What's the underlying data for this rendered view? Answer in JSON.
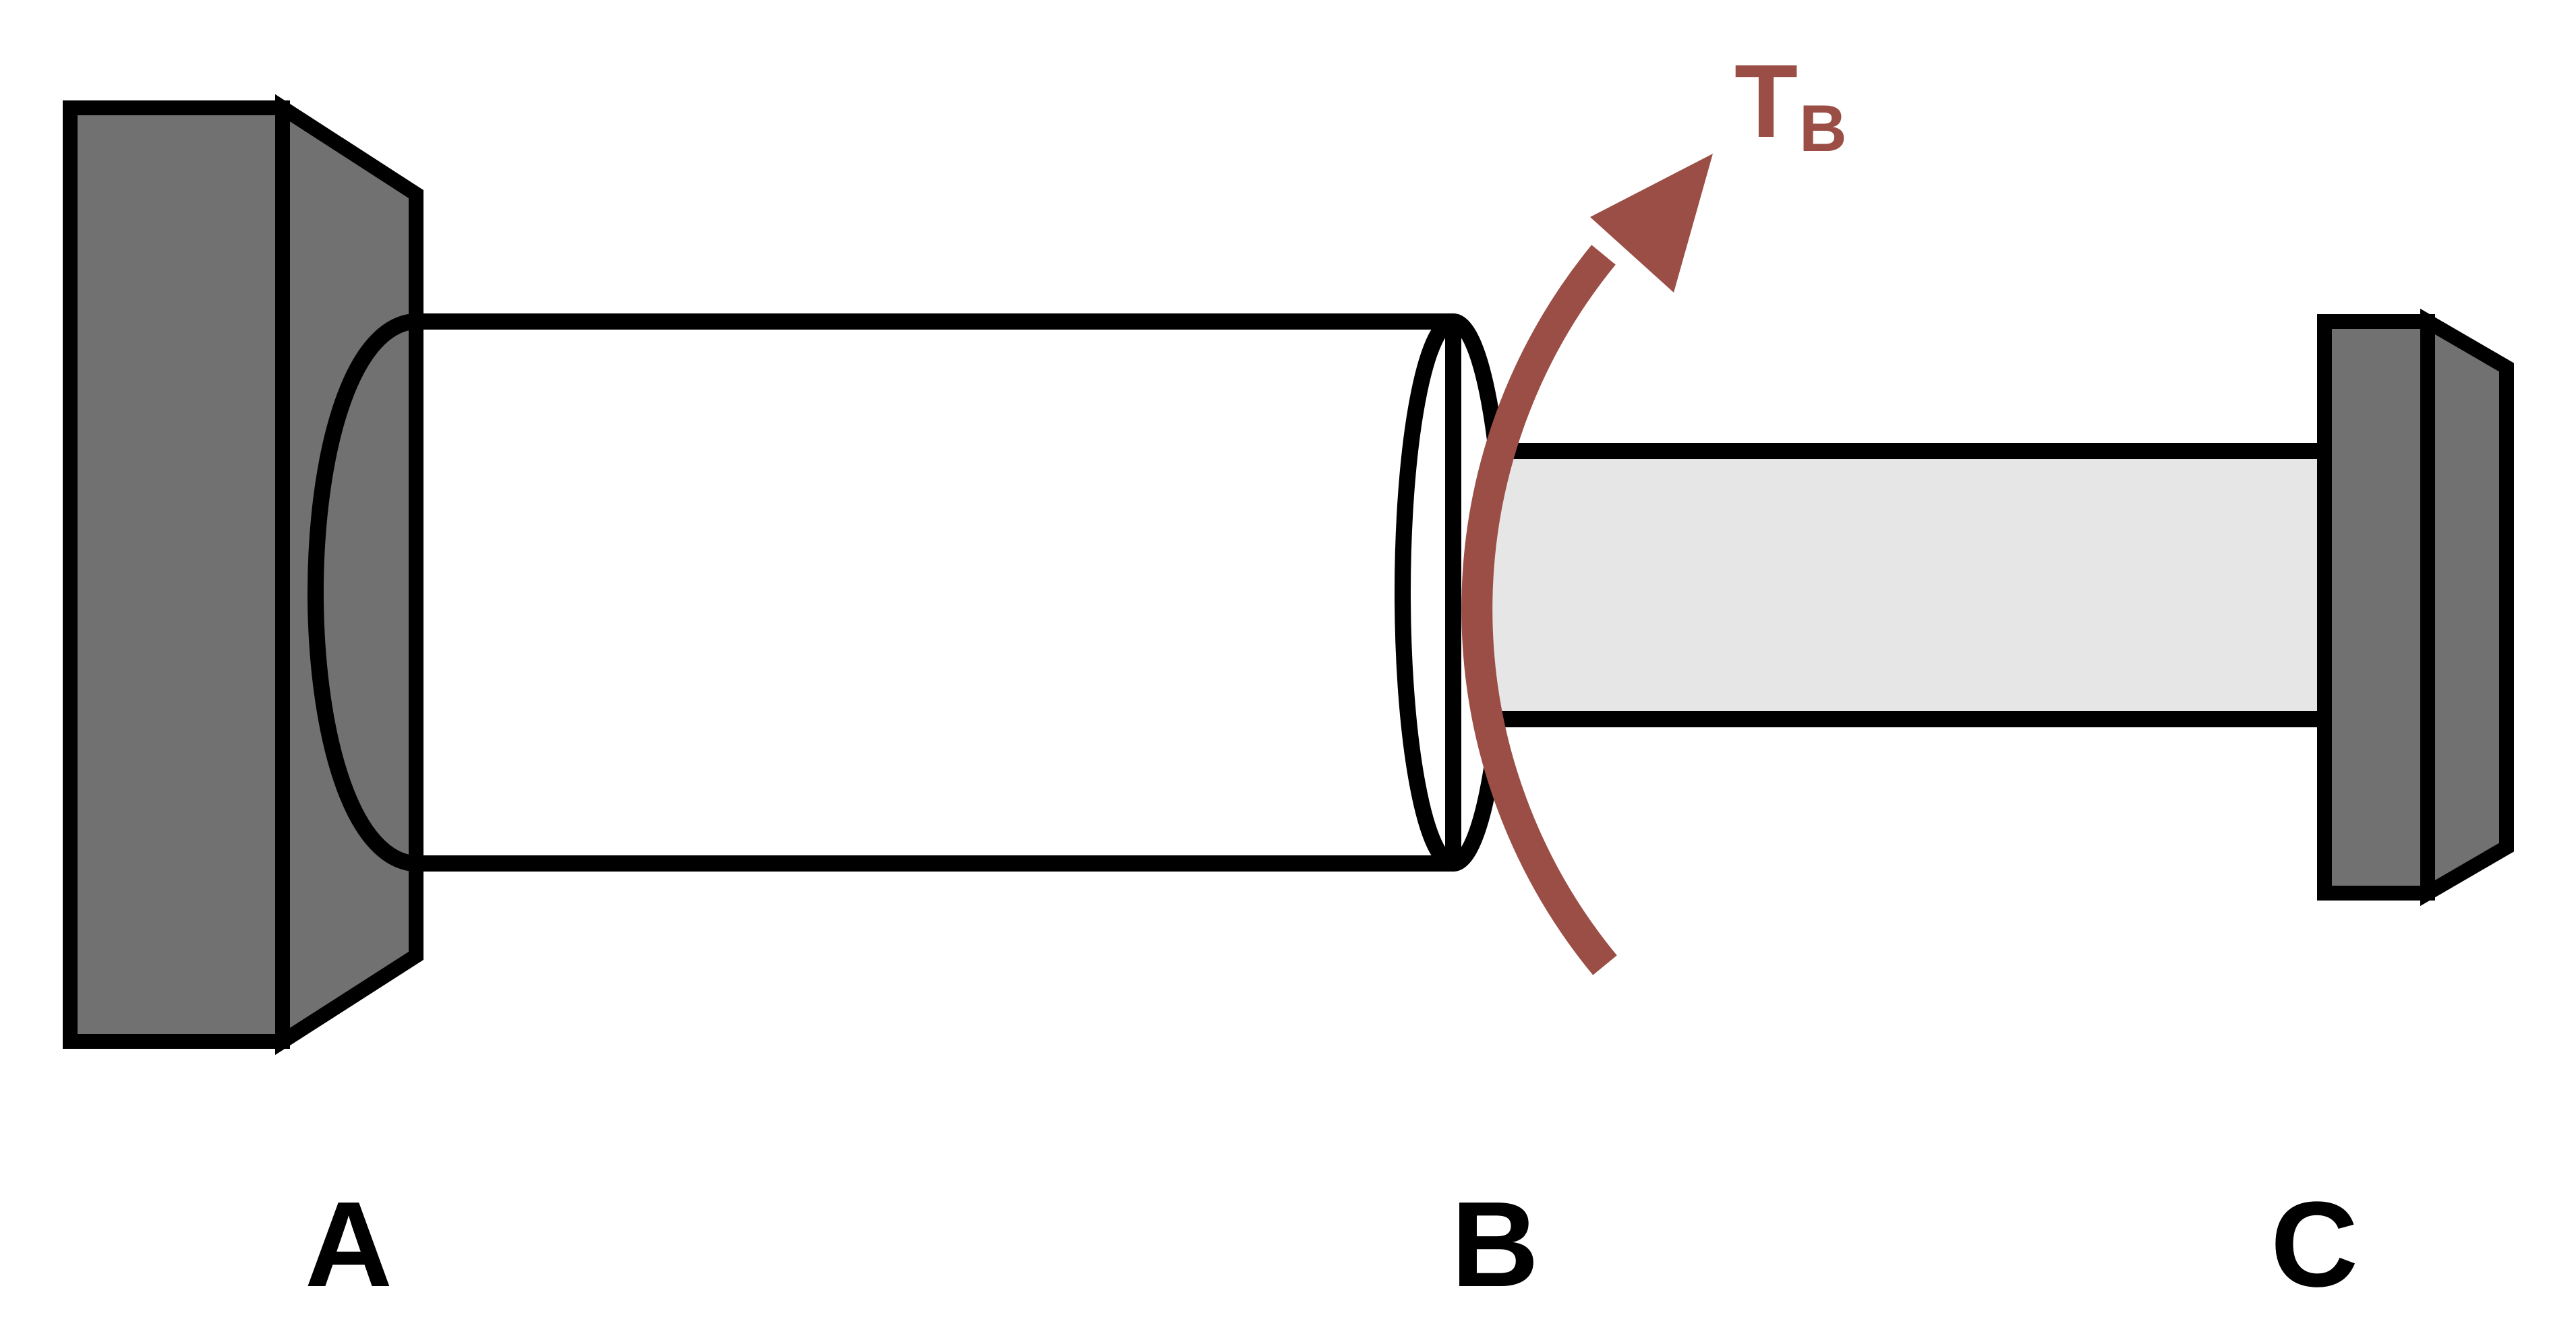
{
  "diagram": {
    "title": "Stepped circular shaft fixed to rigid walls at both ends with a torque applied at the step",
    "type": "mechanics-torsion-figure",
    "background": "#ffffff",
    "labels": {
      "support_left": "A",
      "junction": "B",
      "support_right": "C"
    },
    "torque": {
      "symbol": "T",
      "subscript": "B",
      "color": "#9a4e45"
    },
    "colors": {
      "wall_fill": "#717171",
      "shaft_fill": "#e6e6e6",
      "shaft_end_cap_fill": "#f0f0f0",
      "outline": "#000000",
      "torque_arrow": "#9a4e45",
      "label_text": "#000000"
    },
    "elements": [
      "fixed rigid wall at A (left support)",
      "large-diameter shaft segment from A to B",
      "elliptical end cap of large segment at B",
      "small-diameter shaft segment from B to C",
      "fixed rigid wall at C (right support)",
      "curved torque arrow acting at B"
    ]
  }
}
